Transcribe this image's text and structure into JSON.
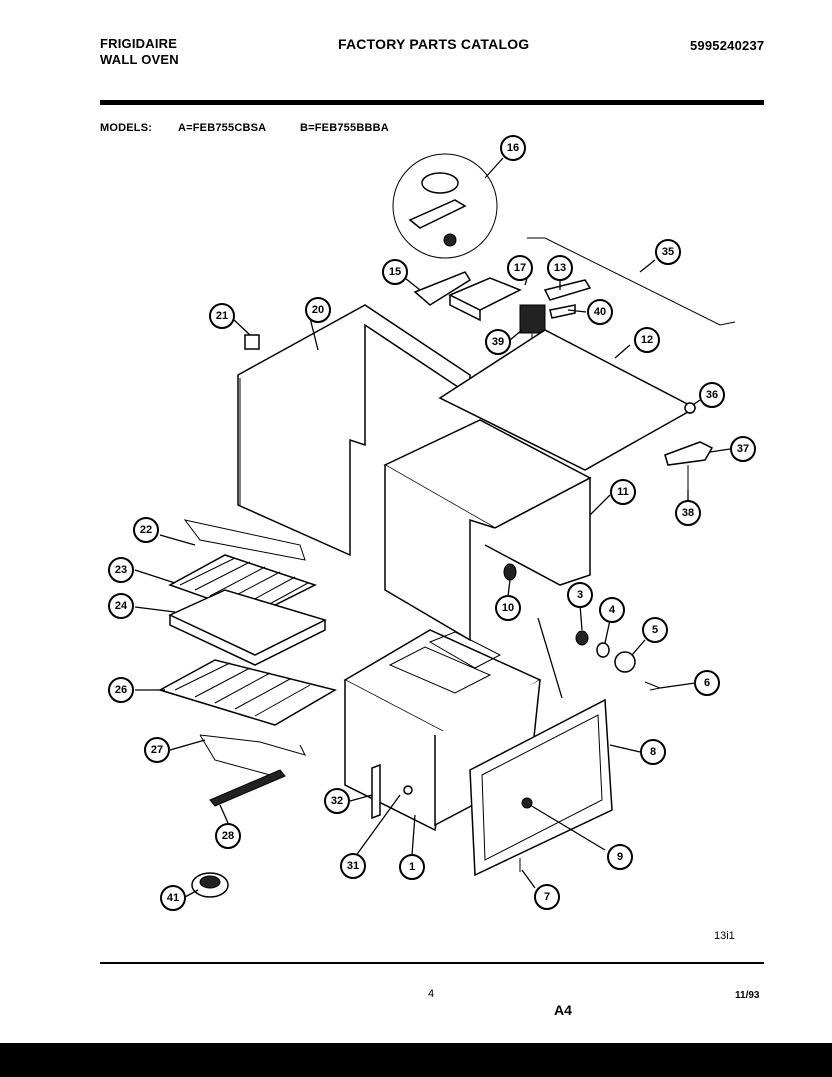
{
  "header": {
    "brand_line1": "FRIGIDAIRE",
    "brand_line2": "WALL OVEN",
    "catalog_title": "FACTORY PARTS CATALOG",
    "catalog_number": "5995240237"
  },
  "models": {
    "label": "MODELS:",
    "model_a": "A=FEB755CBSA",
    "model_b": "B=FEB755BBBA"
  },
  "footer": {
    "page_number": "4",
    "sheet": "A4",
    "date": "11/93",
    "code": "13i1"
  },
  "callouts": [
    "1",
    "3",
    "4",
    "5",
    "6",
    "7",
    "8",
    "9",
    "10",
    "11",
    "12",
    "13",
    "15",
    "16",
    "17",
    "20",
    "21",
    "22",
    "23",
    "24",
    "26",
    "27",
    "28",
    "31",
    "32",
    "35",
    "36",
    "37",
    "38",
    "39",
    "40",
    "41"
  ],
  "colors": {
    "ink": "#000000",
    "paper": "#ffffff"
  }
}
